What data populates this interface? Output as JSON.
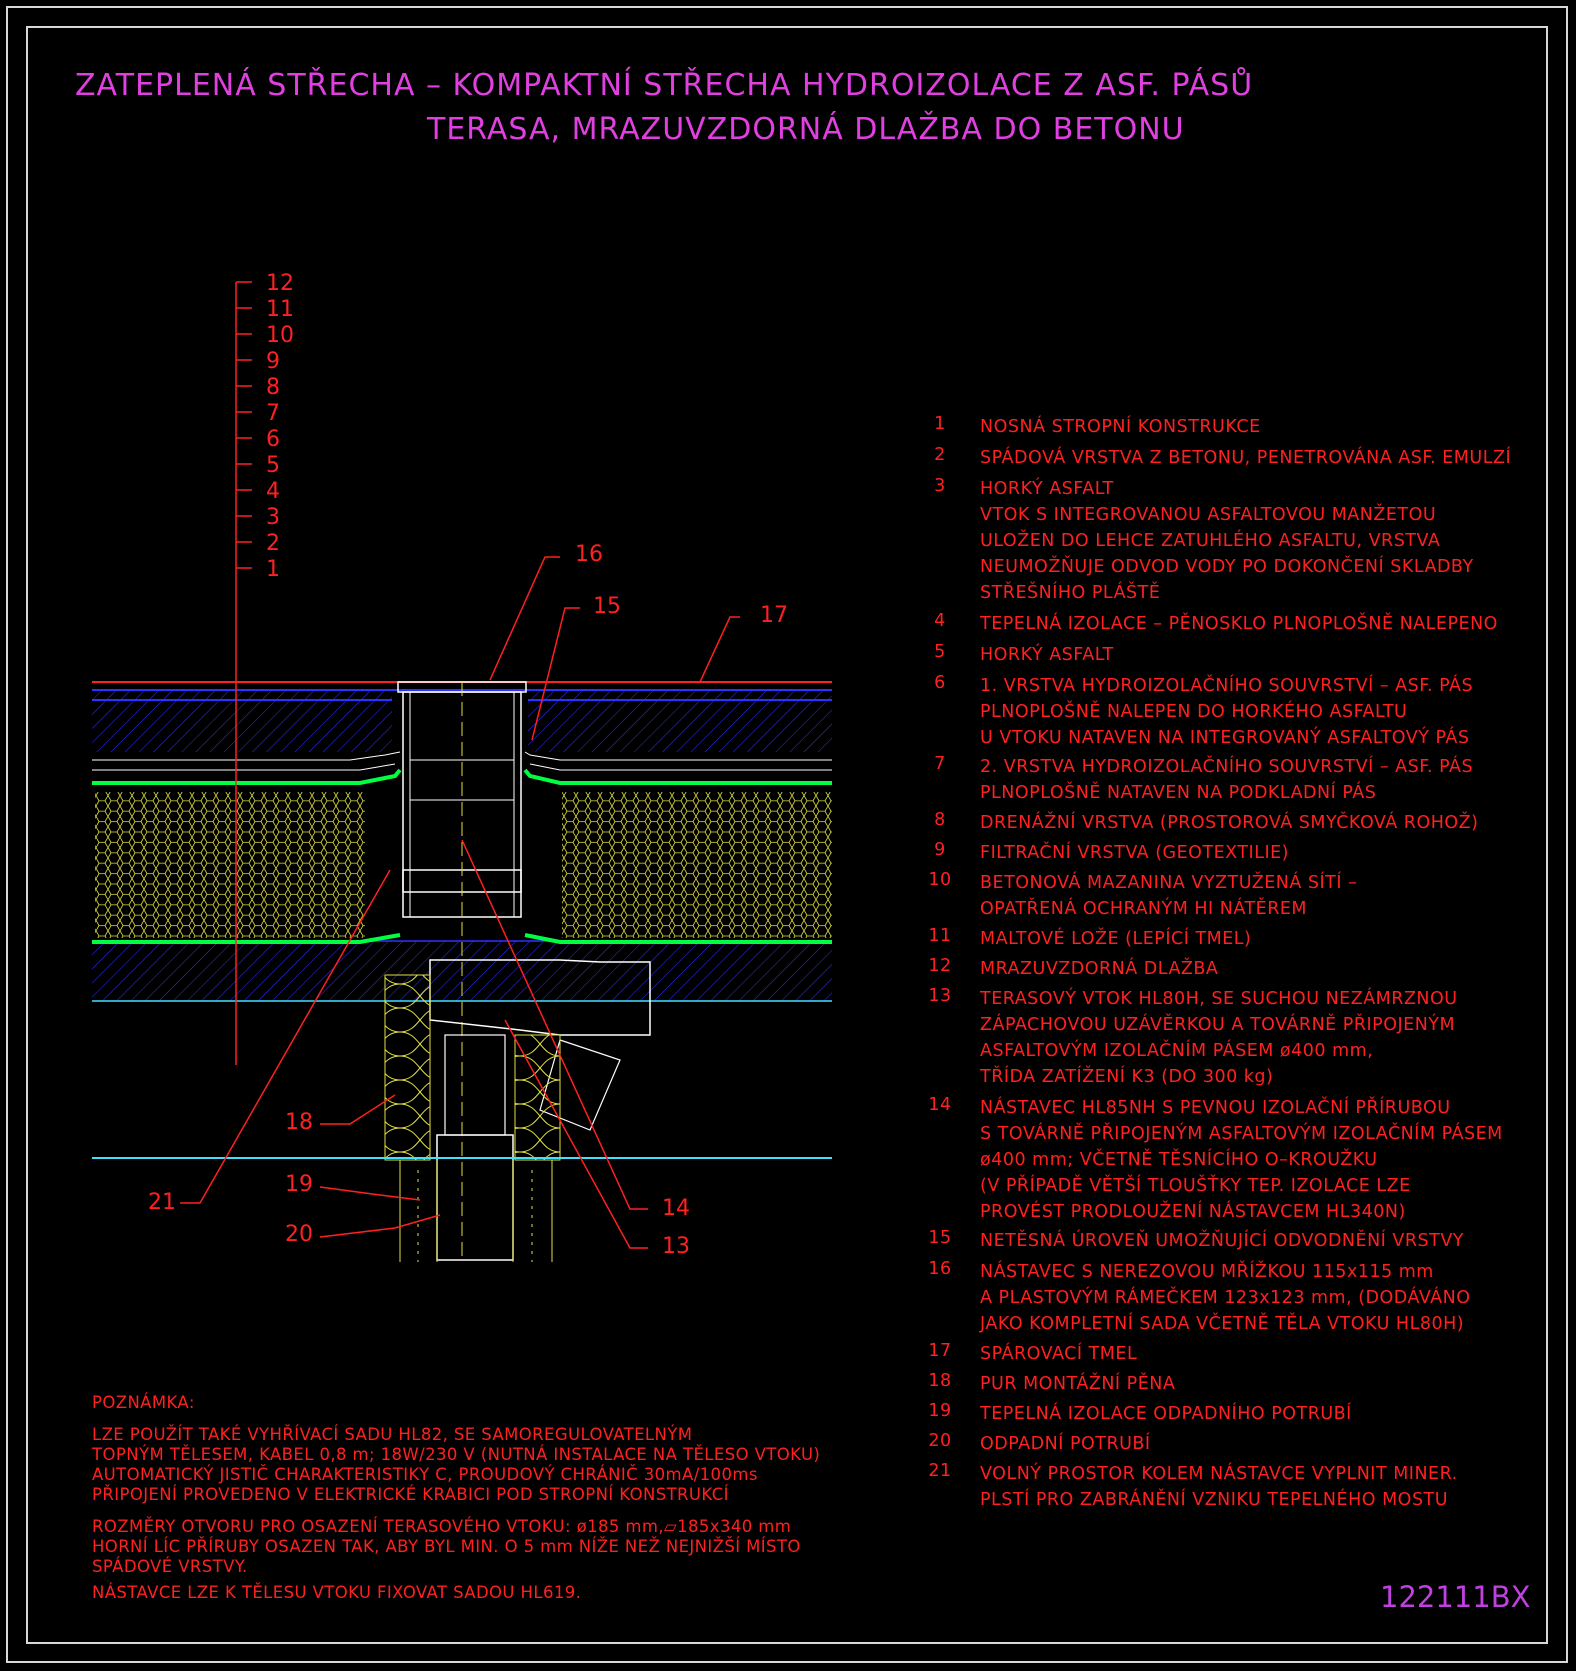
{
  "title": {
    "line1": "ZATEPLENÁ STŘECHA – KOMPAKTNÍ STŘECHA HYDROIZOLACE Z ASF. PÁSŮ",
    "line2": "TERASA, MRAZUVZDORNÁ DLAŽBA DO BETONU"
  },
  "layer_ticks": [
    "12",
    "11",
    "10",
    "9",
    "8",
    "7",
    "6",
    "5",
    "4",
    "3",
    "2",
    "1"
  ],
  "callouts": {
    "c16": "16",
    "c15": "15",
    "c17": "17",
    "c18": "18",
    "c21": "21",
    "c19": "19",
    "c20": "20",
    "c14": "14",
    "c13": "13"
  },
  "legend": [
    {
      "num": "1",
      "lines": [
        "NOSNÁ STROPNÍ KONSTRUKCE"
      ]
    },
    {
      "num": "2",
      "lines": [
        "SPÁDOVÁ VRSTVA Z BETONU, PENETROVÁNA ASF. EMULZÍ"
      ]
    },
    {
      "num": "3",
      "lines": [
        "HORKÝ ASFALT",
        "VTOK S INTEGROVANOU ASFALTOVOU MANŽETOU",
        "ULOŽEN DO LEHCE ZATUHLÉHO ASFALTU, VRSTVA",
        "NEUMOŽŇUJE ODVOD VODY PO DOKONČENÍ SKLADBY",
        "STŘEŠNÍHO PLÁŠTĚ"
      ]
    },
    {
      "num": "4",
      "lines": [
        "TEPELNÁ IZOLACE – PĚNOSKLO PLNOPLOŠNĚ NALEPENO"
      ]
    },
    {
      "num": "5",
      "lines": [
        "HORKÝ ASFALT"
      ]
    },
    {
      "num": "6",
      "lines": [
        "1. VRSTVA HYDROIZOLAČNÍHO SOUVRSTVÍ – ASF. PÁS",
        "PLNOPLOŠNĚ NALEPEN DO HORKÉHO ASFALTU",
        "U VTOKU NATAVEN NA INTEGROVANÝ ASFALTOVÝ PÁS"
      ]
    },
    {
      "num": "7",
      "lines": [
        "2. VRSTVA HYDROIZOLAČNÍHO SOUVRSTVÍ – ASF. PÁS",
        "PLNOPLOŠNĚ NATAVEN NA PODKLADNÍ PÁS"
      ]
    },
    {
      "num": "8",
      "lines": [
        "DRENÁŽNÍ VRSTVA (PROSTOROVÁ SMYČKOVÁ ROHOŽ)"
      ]
    },
    {
      "num": "9",
      "lines": [
        "FILTRAČNÍ VRSTVA (GEOTEXTILIE)"
      ]
    },
    {
      "num": "10",
      "lines": [
        "BETONOVÁ MAZANINA VYZTUŽENÁ SÍTÍ –",
        "OPATŘENÁ OCHRANÝM HI NÁTĚREM"
      ]
    },
    {
      "num": "11",
      "lines": [
        "MALTOVÉ LOŽE (LEPÍCÍ TMEL)"
      ]
    },
    {
      "num": "12",
      "lines": [
        "MRAZUVZDORNÁ DLAŽBA"
      ]
    },
    {
      "num": "13",
      "lines": [
        "TERASOVÝ VTOK HL80H, SE SUCHOU NEZÁMRZNOU",
        "ZÁPACHOVOU UZÁVĚRKOU A TOVÁRNĚ PŘIPOJENÝM",
        "ASFALTOVÝM IZOLAČNÍM PÁSEM ø400 mm,",
        "TŘÍDA ZATÍŽENÍ K3 (DO 300 kg)"
      ]
    },
    {
      "num": "14",
      "lines": [
        "NÁSTAVEC HL85NH S PEVNOU IZOLAČNÍ PŘÍRUBOU",
        "S TOVÁRNĚ PŘIPOJENÝM ASFALTOVÝM IZOLAČNÍM PÁSEM",
        "ø400 mm; VČETNĚ TĚSNÍCÍHO O–KROUŽKU",
        "(V PŘÍPADĚ VĚTŠÍ TLOUŠŤKY TEP. IZOLACE LZE",
        "PROVÉST PRODLOUŽENÍ NÁSTAVCEM HL340N)"
      ]
    },
    {
      "num": "15",
      "lines": [
        "NETĚSNÁ ÚROVEŇ UMOŽŇUJÍCÍ ODVODNĚNÍ VRSTVY"
      ]
    },
    {
      "num": "16",
      "lines": [
        "NÁSTAVEC S NEREZOVOU MŘÍŽKOU 115x115 mm",
        "A PLASTOVÝM RÁMEČKEM 123x123 mm, (DODÁVÁNO",
        "JAKO KOMPLETNÍ SADA VČETNĚ TĚLA VTOKU HL80H)"
      ]
    },
    {
      "num": "17",
      "lines": [
        "SPÁROVACÍ TMEL"
      ]
    },
    {
      "num": "18",
      "lines": [
        "PUR MONTÁŽNÍ PĚNA"
      ]
    },
    {
      "num": "19",
      "lines": [
        "TEPELNÁ IZOLACE ODPADNÍHO POTRUBÍ"
      ]
    },
    {
      "num": "20",
      "lines": [
        "ODPADNÍ POTRUBÍ"
      ]
    },
    {
      "num": "21",
      "lines": [
        "VOLNÝ PROSTOR KOLEM NÁSTAVCE VYPLNIT MINER.",
        "PLSTÍ PRO ZABRÁNĚNÍ VZNIKU TEPELNÉHO MOSTU"
      ]
    }
  ],
  "note": {
    "heading": "POZNÁMKA:",
    "para1": [
      "LZE POUŽÍT TAKÉ VYHŘÍVACÍ SADU HL82, SE SAMOREGULOVATELNÝM",
      "TOPNÝM TĚLESEM, KABEL 0,8 m; 18W/230 V (NUTNÁ INSTALACE NA TĚLESO VTOKU)",
      "AUTOMATICKÝ JISTIČ CHARAKTERISTIKY C, PROUDOVÝ CHRÁNIČ 30mA/100ms",
      "PŘIPOJENÍ PROVEDENO V ELEKTRICKÉ KRABICI POD STROPNÍ KONSTRUKCÍ"
    ],
    "para2": [
      "ROZMĚRY OTVORU PRO OSAZENÍ TERASOVÉHO VTOKU: ø185 mm,▱185x340 mm",
      "HORNÍ LÍC PŘÍRUBY OSAZEN TAK, ABY BYL MIN. O 5 mm NÍŽE NEŽ NEJNIŽŠÍ MÍSTO",
      "SPÁDOVÉ VRSTVY."
    ],
    "para3": [
      "NÁSTAVCE LZE K TĚLESU VTOKU FIXOVAT SADOU HL619."
    ]
  },
  "drawing_code": "122111BX",
  "colors": {
    "title": "#e040e0",
    "text": "#ff2020",
    "blue": "#3030ff",
    "green": "#00ff40",
    "yellow": "#ffff40",
    "cyan": "#40e0ff",
    "white": "#ffffff",
    "code": "#c040e0"
  }
}
